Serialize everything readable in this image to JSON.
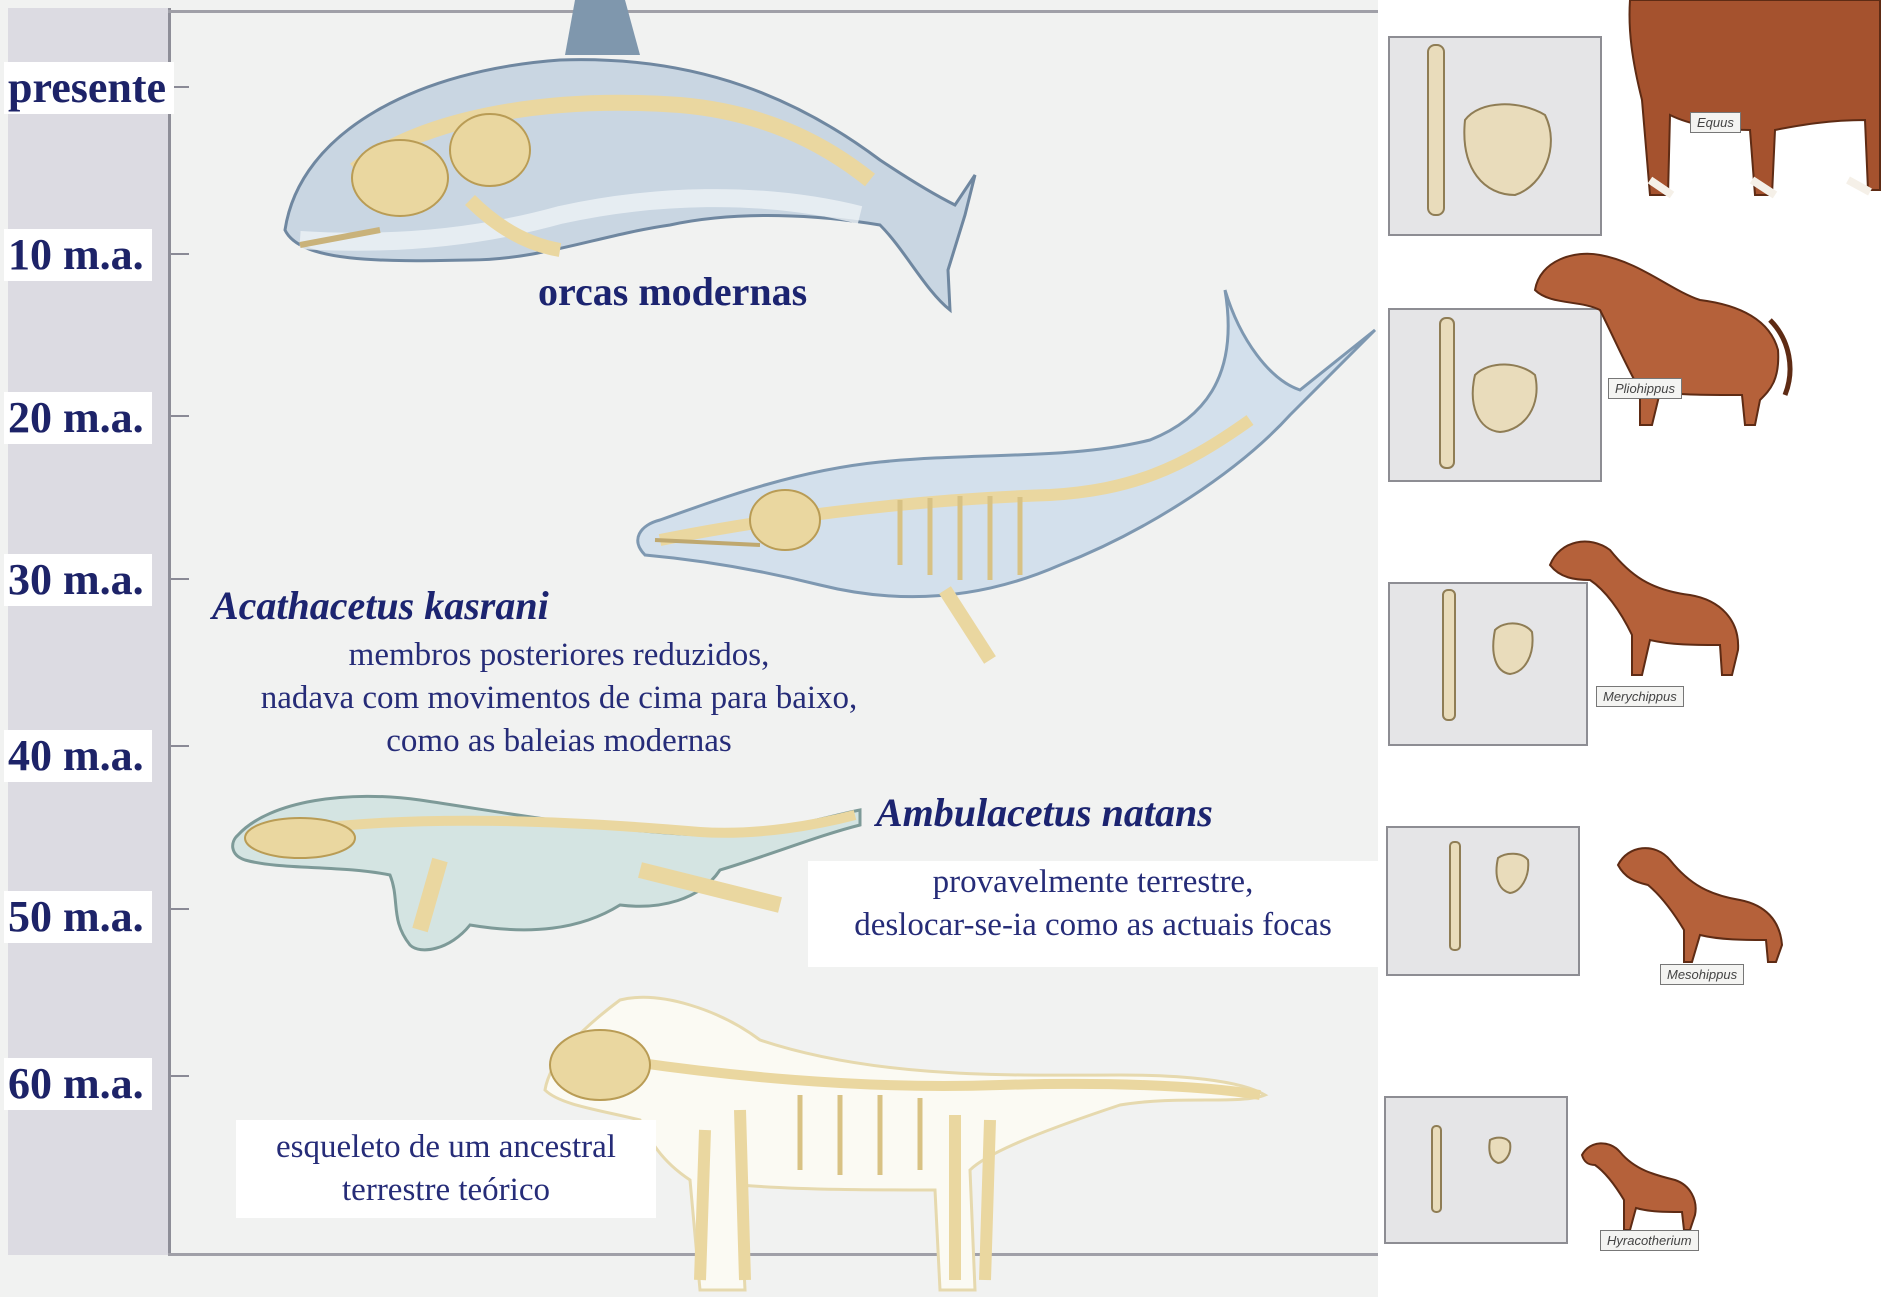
{
  "timeline": {
    "ticks": [
      "presente",
      "10 m.a.",
      "20 m.a.",
      "30 m.a.",
      "40 m.a.",
      "50 m.a.",
      "60 m.a."
    ]
  },
  "whales": {
    "orca": {
      "label": "orcas modernas"
    },
    "acathacetus": {
      "name": "Acathacetus kasrani",
      "desc_lines": [
        "membros posteriores reduzidos,",
        "nadava com movimentos de cima para baixo,",
        "como as baleias modernas"
      ]
    },
    "ambulacetus": {
      "name": "Ambulacetus natans",
      "desc_lines": [
        "provavelmente terrestre,",
        "deslocar-se-ia como as actuais focas"
      ]
    },
    "ancestor": {
      "desc_lines": [
        "esqueleto de um ancestral",
        "terrestre teórico"
      ]
    }
  },
  "horses": {
    "species": [
      "Equus",
      "Pliohippus",
      "Merychippus",
      "Mesohippus",
      "Hyracotherium"
    ]
  },
  "colors": {
    "label_navy": "#1c2470",
    "bone": "#ecd9a0",
    "whale_blue": "#a9bfd2",
    "horse_brown": "#a5522e"
  }
}
